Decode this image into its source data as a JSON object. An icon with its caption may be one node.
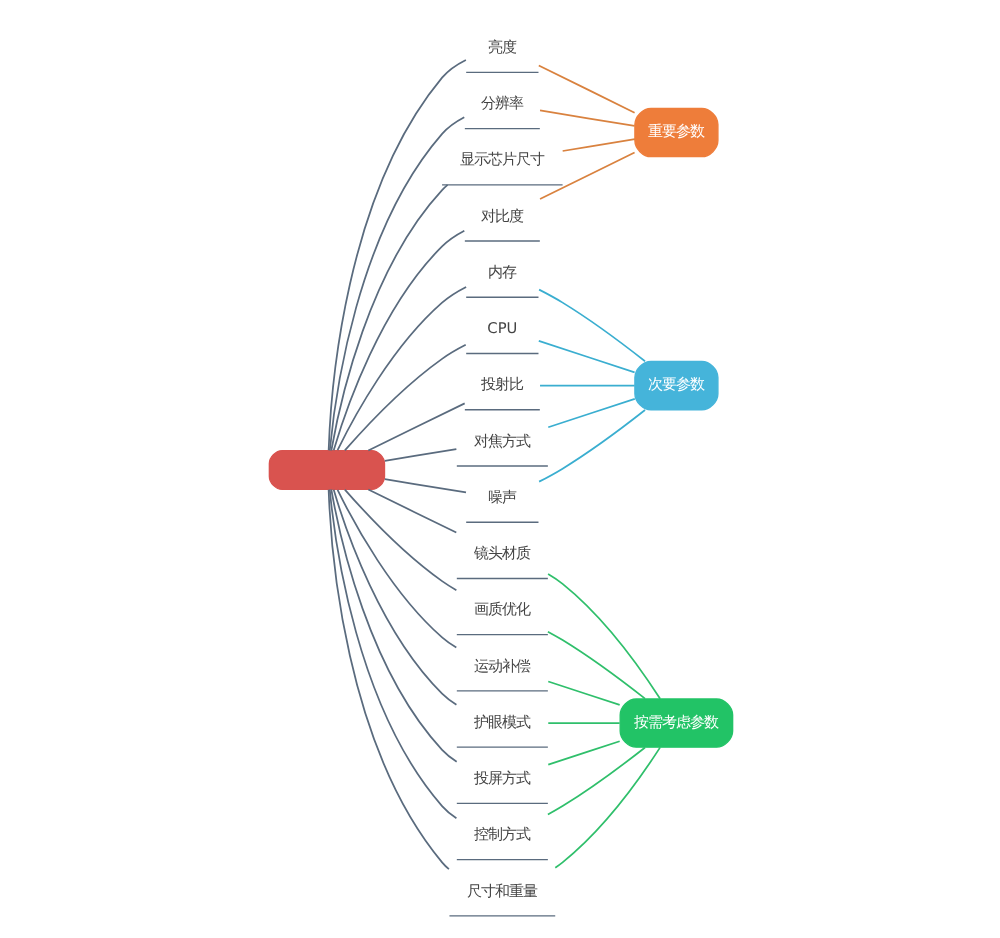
{
  "diagram": {
    "nodes": [
      {
        "text": [],
        "shape": "box"
      },
      {
        "text": [
          "亮度"
        ]
      },
      {
        "text": [
          "分辨率"
        ]
      },
      {
        "text": [
          "显示芯片尺寸"
        ]
      },
      {
        "text": [
          "对比度"
        ]
      },
      {
        "text": [
          "内存"
        ]
      },
      {
        "text": [
          "CPU"
        ]
      },
      {
        "text": [
          "投射比"
        ]
      },
      {
        "text": [
          "对焦方式"
        ]
      },
      {
        "text": [
          "噪声"
        ]
      },
      {
        "text": [
          "镜头材质"
        ]
      },
      {
        "text": [
          "画质优化"
        ]
      },
      {
        "text": [
          "运动补偿"
        ]
      },
      {
        "text": [
          "护眼模式"
        ]
      },
      {
        "text": [
          "投屏方式"
        ]
      },
      {
        "text": [
          "控制方式"
        ]
      },
      {
        "text": [
          "尺寸和重量"
        ]
      },
      {
        "text": [
          "重要参数"
        ]
      },
      {
        "text": [
          "次要参数"
        ]
      },
      {
        "text": [
          "按需考虑参数"
        ]
      }
    ],
    "edges": [
      {
        "from": 0,
        "to": 1,
        "arrow": "none"
      },
      {
        "from": 0,
        "to": 2,
        "arrow": "none"
      },
      {
        "from": 0,
        "to": 3,
        "arrow": "none"
      },
      {
        "from": 0,
        "to": 4,
        "arrow": "none"
      },
      {
        "from": 0,
        "to": 5,
        "arrow": "none"
      },
      {
        "from": 0,
        "to": 6,
        "arrow": "none"
      },
      {
        "from": 0,
        "to": 7,
        "arrow": "none"
      },
      {
        "from": 0,
        "to": 8,
        "arrow": "none"
      },
      {
        "from": 0,
        "to": 9,
        "arrow": "none"
      },
      {
        "from": 0,
        "to": 10,
        "arrow": "none"
      },
      {
        "from": 0,
        "to": 11,
        "arrow": "none"
      },
      {
        "from": 0,
        "to": 12,
        "arrow": "none"
      },
      {
        "from": 0,
        "to": 13,
        "arrow": "none"
      },
      {
        "from": 0,
        "to": 14,
        "arrow": "none"
      },
      {
        "from": 0,
        "to": 15,
        "arrow": "none"
      },
      {
        "from": 0,
        "to": 16,
        "arrow": "none"
      },
      {
        "from": 1,
        "to": 17,
        "arrow": "none",
        "color": "#d9823f"
      },
      {
        "from": 2,
        "to": 17,
        "arrow": "none",
        "color": "#d9823f"
      },
      {
        "from": 3,
        "to": 17,
        "arrow": "none",
        "color": "#d9823f"
      },
      {
        "from": 4,
        "to": 17,
        "arrow": "none",
        "color": "#d9823f"
      },
      {
        "from": 5,
        "to": 18,
        "arrow": "none",
        "color": "#3aaed0"
      },
      {
        "from": 6,
        "to": 18,
        "arrow": "none",
        "color": "#3aaed0"
      },
      {
        "from": 7,
        "to": 18,
        "arrow": "none",
        "color": "#3aaed0"
      },
      {
        "from": 8,
        "to": 18,
        "arrow": "none",
        "color": "#3aaed0"
      },
      {
        "from": 9,
        "to": 18,
        "arrow": "none",
        "color": "#3aaed0"
      },
      {
        "from": 10,
        "to": 19,
        "arrow": "none",
        "color": "#2fbf6b"
      },
      {
        "from": 11,
        "to": 19,
        "arrow": "none",
        "color": "#2fbf6b"
      },
      {
        "from": 12,
        "to": 19,
        "arrow": "none",
        "color": "#2fbf6b"
      },
      {
        "from": 13,
        "to": 19,
        "arrow": "none",
        "color": "#2fbf6b"
      },
      {
        "from": 14,
        "to": 19,
        "arrow": "none",
        "color": "#2fbf6b"
      },
      {
        "from": 15,
        "to": 19,
        "arrow": "none",
        "color": "#2fbf6b"
      },
      {
        "from": 16,
        "to": 19,
        "arrow": "none",
        "color": "#2fbf6b"
      }
    ]
  }
}
